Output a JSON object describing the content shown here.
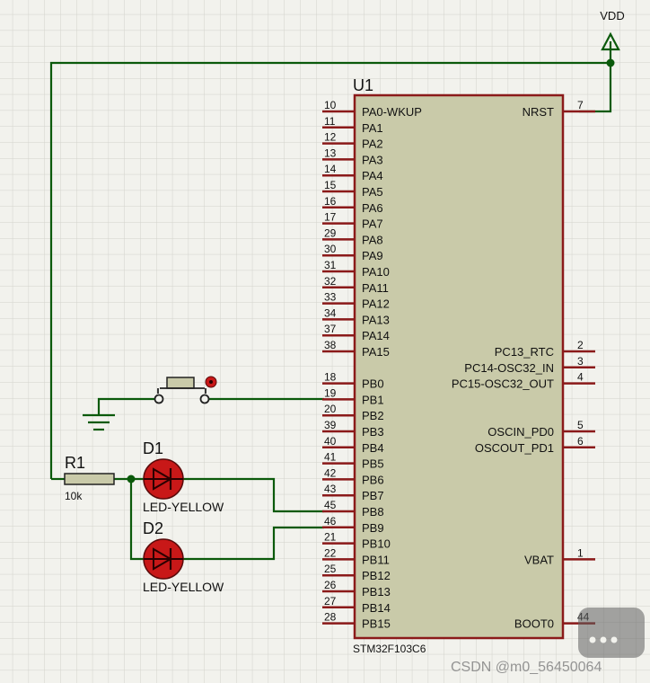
{
  "power": {
    "vdd_label": "VDD"
  },
  "mcu": {
    "ref": "U1",
    "part": "STM32F103C6",
    "left_pins": [
      {
        "num": "10",
        "name": "PA0-WKUP"
      },
      {
        "num": "11",
        "name": "PA1"
      },
      {
        "num": "12",
        "name": "PA2"
      },
      {
        "num": "13",
        "name": "PA3"
      },
      {
        "num": "14",
        "name": "PA4"
      },
      {
        "num": "15",
        "name": "PA5"
      },
      {
        "num": "16",
        "name": "PA6"
      },
      {
        "num": "17",
        "name": "PA7"
      },
      {
        "num": "29",
        "name": "PA8"
      },
      {
        "num": "30",
        "name": "PA9"
      },
      {
        "num": "31",
        "name": "PA10"
      },
      {
        "num": "32",
        "name": "PA11"
      },
      {
        "num": "33",
        "name": "PA12"
      },
      {
        "num": "34",
        "name": "PA13"
      },
      {
        "num": "37",
        "name": "PA14"
      },
      {
        "num": "38",
        "name": "PA15"
      },
      {
        "num": "18",
        "name": "PB0"
      },
      {
        "num": "19",
        "name": "PB1"
      },
      {
        "num": "20",
        "name": "PB2"
      },
      {
        "num": "39",
        "name": "PB3"
      },
      {
        "num": "40",
        "name": "PB4"
      },
      {
        "num": "41",
        "name": "PB5"
      },
      {
        "num": "42",
        "name": "PB6"
      },
      {
        "num": "43",
        "name": "PB7"
      },
      {
        "num": "45",
        "name": "PB8"
      },
      {
        "num": "46",
        "name": "PB9"
      },
      {
        "num": "21",
        "name": "PB10"
      },
      {
        "num": "22",
        "name": "PB11"
      },
      {
        "num": "25",
        "name": "PB12"
      },
      {
        "num": "26",
        "name": "PB13"
      },
      {
        "num": "27",
        "name": "PB14"
      },
      {
        "num": "28",
        "name": "PB15"
      }
    ],
    "right_pins": [
      {
        "num": "7",
        "name": "NRST"
      },
      {
        "num": "2",
        "name": "PC13_RTC"
      },
      {
        "num": "3",
        "name": "PC14-OSC32_IN"
      },
      {
        "num": "4",
        "name": "PC15-OSC32_OUT"
      },
      {
        "num": "5",
        "name": "OSCIN_PD0"
      },
      {
        "num": "6",
        "name": "OSCOUT_PD1"
      },
      {
        "num": "1",
        "name": "VBAT"
      },
      {
        "num": "44",
        "name": "BOOT0"
      }
    ]
  },
  "resistor": {
    "ref": "R1",
    "value": "10k"
  },
  "leds": [
    {
      "ref": "D1",
      "value": "LED-YELLOW"
    },
    {
      "ref": "D2",
      "value": "LED-YELLOW"
    }
  ],
  "watermark": {
    "text": "CSDN @m0_56450064"
  },
  "colors": {
    "background": "#f2f2ed",
    "grid": "#d2d2cb",
    "wire": "#0b5a0b",
    "pin": "#8b1a1a",
    "chip_fill": "#c9caa9",
    "led_red": "#c81818"
  }
}
